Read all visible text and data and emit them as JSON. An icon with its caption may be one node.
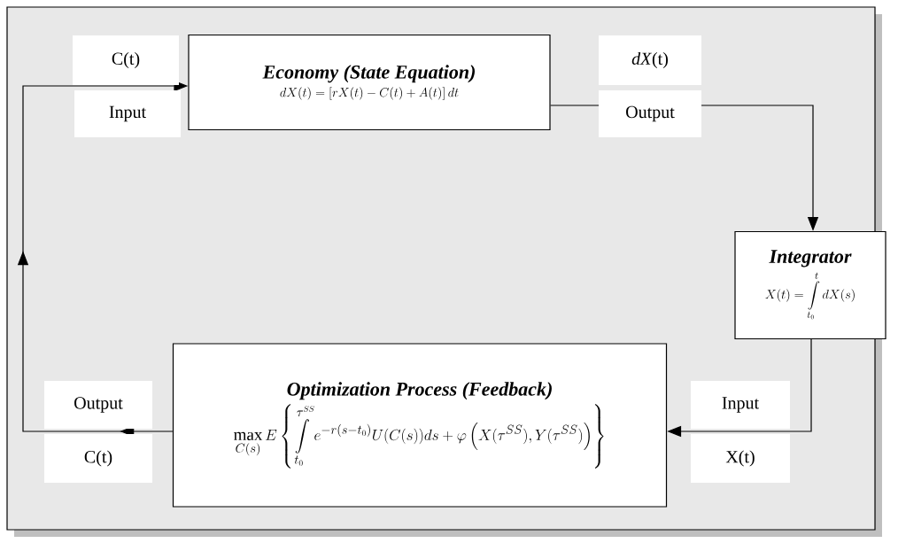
{
  "diagram": {
    "nodes": [
      {
        "text": [
          "Economy (State Equation)",
          "dX(t) = \\left[rX(t) - C(t) + A(t)\\right]dt"
        ]
      },
      {
        "text": [
          "Integrator",
          "X(t) = \\int\\limits_{t_0}^{t} dX(s)"
        ]
      },
      {
        "text": [
          "Optimization Process (Feedback)",
          "\\max_{C(s)} E\\left\\{\\int\\limits_{t_0}^{\\tau^{SS}} e^{-r(s-t_0)}U(C(s))ds + \\varphi\\left(X(\\tau^{SS}),Y(\\tau^{SS})\\right)\\right\\}"
        ]
      }
    ],
    "edges": [
      {
        "from": 0,
        "to": 1,
        "arrow": "to"
      },
      {
        "from": 1,
        "to": 2,
        "arrow": "to"
      },
      {
        "from": 2,
        "to": 0,
        "arrow": "to"
      }
    ],
    "labels": [
      "C(t)",
      "Input",
      "*dX*(t)",
      "Output",
      "Output",
      "C(t)",
      "Input",
      "X(t)"
    ]
  }
}
